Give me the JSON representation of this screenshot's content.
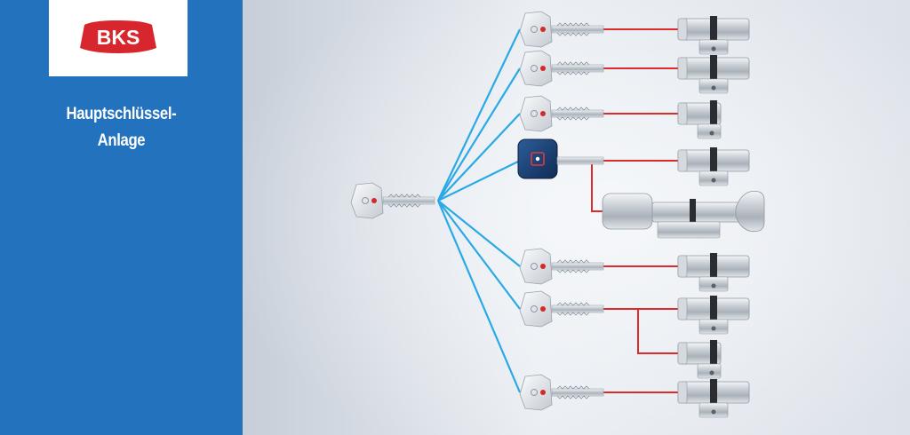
{
  "brand": {
    "logo_text": "BKS",
    "logo_color": "#d8262e",
    "sidebar_color": "#2272bd"
  },
  "title": {
    "line1": "Hauptschlüssel-",
    "line2": "Anlage"
  },
  "diagram": {
    "master_key": {
      "icon": "master-key-icon"
    },
    "keys": [
      {
        "icon": "key-icon",
        "cylinders": [
          "double-cylinder-icon"
        ]
      },
      {
        "icon": "key-icon",
        "cylinders": [
          "double-cylinder-icon"
        ]
      },
      {
        "icon": "key-icon",
        "cylinders": [
          "half-cylinder-icon"
        ]
      },
      {
        "icon": "electronic-key-fob-icon",
        "cylinders": [
          "double-cylinder-icon",
          "knob-cylinder-icon"
        ]
      },
      {
        "icon": "key-icon",
        "cylinders": [
          "double-cylinder-icon"
        ]
      },
      {
        "icon": "key-icon",
        "cylinders": [
          "double-cylinder-icon",
          "half-cylinder-icon"
        ]
      },
      {
        "icon": "key-icon",
        "cylinders": [
          "double-cylinder-icon"
        ]
      }
    ],
    "colors": {
      "master_link": "#29a9e6",
      "key_link": "#dd2a2a"
    }
  }
}
